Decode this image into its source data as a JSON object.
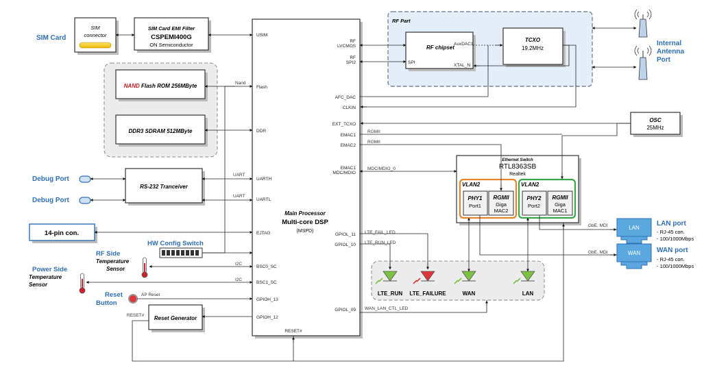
{
  "main": {
    "title": "Main Processor",
    "name": "Multi-core DSP",
    "sub": "(MSPD)",
    "pins_left": [
      "USIM",
      "Flash",
      "DDR",
      "UARTH",
      "UARTL",
      "EJTAG",
      "BSC0_SC",
      "BSC1_SC",
      "GPIOH_13",
      "GPIOH_12"
    ],
    "pins_right": [
      "RF LVCMOS",
      "RF SPI2",
      "AFC_DAC",
      "CLKIN",
      "EXT_TCXO",
      "EMAC1",
      "EMAC2",
      "EMAC1 MDC/MDIO",
      "GPIOL_11",
      "GPIOL_10",
      "GPIOL_09"
    ],
    "reset_pin": "RESET#"
  },
  "sim": {
    "label": "SIM Card",
    "connector_line1": "SIM",
    "connector_line2": "connector",
    "filter_line1": "SIM Card EMI Filter",
    "filter_line2": "CSPEMI400G",
    "filter_line3": "ON Semiconductor"
  },
  "memory": {
    "nand_prefix": "NAND",
    "nand_rest": " Flash ROM 256MByte",
    "ddr": "DDR3 SDRAM 512MByte",
    "nand_signal": "Nand"
  },
  "debug": {
    "port1": "Debug Port",
    "port2": "Debug Port",
    "transceiver": "RS-232 Tranceiver",
    "uart1": "UART",
    "uart2": "UART"
  },
  "jtag": {
    "connector": "14-pin con."
  },
  "hwconfig": {
    "label": "HW Config Switch"
  },
  "sensors": {
    "rf_line1": "RF Side",
    "rf_line2": "Temperature",
    "rf_line3": "Sensor",
    "pw_line1": "Power Side",
    "pw_line2": "Temperature",
    "pw_line3": "Sensor",
    "i2c1": "I2C",
    "i2c2": "I2C"
  },
  "reset": {
    "button_line1": "Reset",
    "button_line2": "Button",
    "ap_reset": "AP Reset",
    "generator": "Reset Generator",
    "reset_signal": "RESET#"
  },
  "rf": {
    "part": "RF Part",
    "chipset": "RF chipset",
    "spi": "SPI",
    "auxdac": "AuxDAC1",
    "xtal": "XTAL_N",
    "tcxo": "TCXO",
    "tcxo_freq": "19.2MHz",
    "antenna_line1": "Internal",
    "antenna_line2": "Antenna",
    "antenna_line3": "Port"
  },
  "osc": {
    "name": "OSC",
    "freq": "25MHz"
  },
  "switch": {
    "caption": "Ethernet Switch",
    "name": "RTL8363SB",
    "vendor": "Realtek",
    "vlan1": "VLAN2",
    "vlan2": "VLAN2",
    "phy1": "PHY1",
    "phy1_port": "Port1",
    "rgmii1": "RGMII",
    "rgmii1_l2": "Giga",
    "rgmii1_l3": "MAC2",
    "phy2": "PHY2",
    "phy2_port": "Port2",
    "rgmii2": "RGMII",
    "rgmii2_l2": "Giga",
    "rgmii2_l3": "MAC1"
  },
  "signals": {
    "rgmii_a": "RGMII",
    "rgmii_b": "RGMII",
    "mdc": "MDC/MDIO_0",
    "lte_fail": "LTE_FAIL_LED",
    "lte_run": "LTE_RUN_LED",
    "wan_lan": "WAN_LAN_CTL_LED",
    "gbe1": "GbE, MDI",
    "gbe2": "GbE, MDI"
  },
  "leds": [
    "LTE_RUN",
    "LTE_FAILURE",
    "WAN",
    "LAN"
  ],
  "led_colors": [
    "#7cc242",
    "#e0333b",
    "#7cc242",
    "#7cc242"
  ],
  "ports": {
    "lan_badge": "LAN",
    "lan_title": "LAN port",
    "lan_l1": "- RJ-45 con.",
    "lan_l2": "- 100/1000Mbps",
    "wan_badge": "WAN",
    "wan_title": "WAN port",
    "wan_l1": "- RJ-45 con.",
    "wan_l2": "- 100/1000Mbps"
  },
  "colors": {
    "label_blue": "#2f6fb6",
    "nand_red": "#c0181f",
    "vlan1_orange": "#e8832a",
    "vlan2_green": "#3aa54a",
    "rf_panel": "#e4eef9",
    "port_badge": "#5aa8df"
  }
}
